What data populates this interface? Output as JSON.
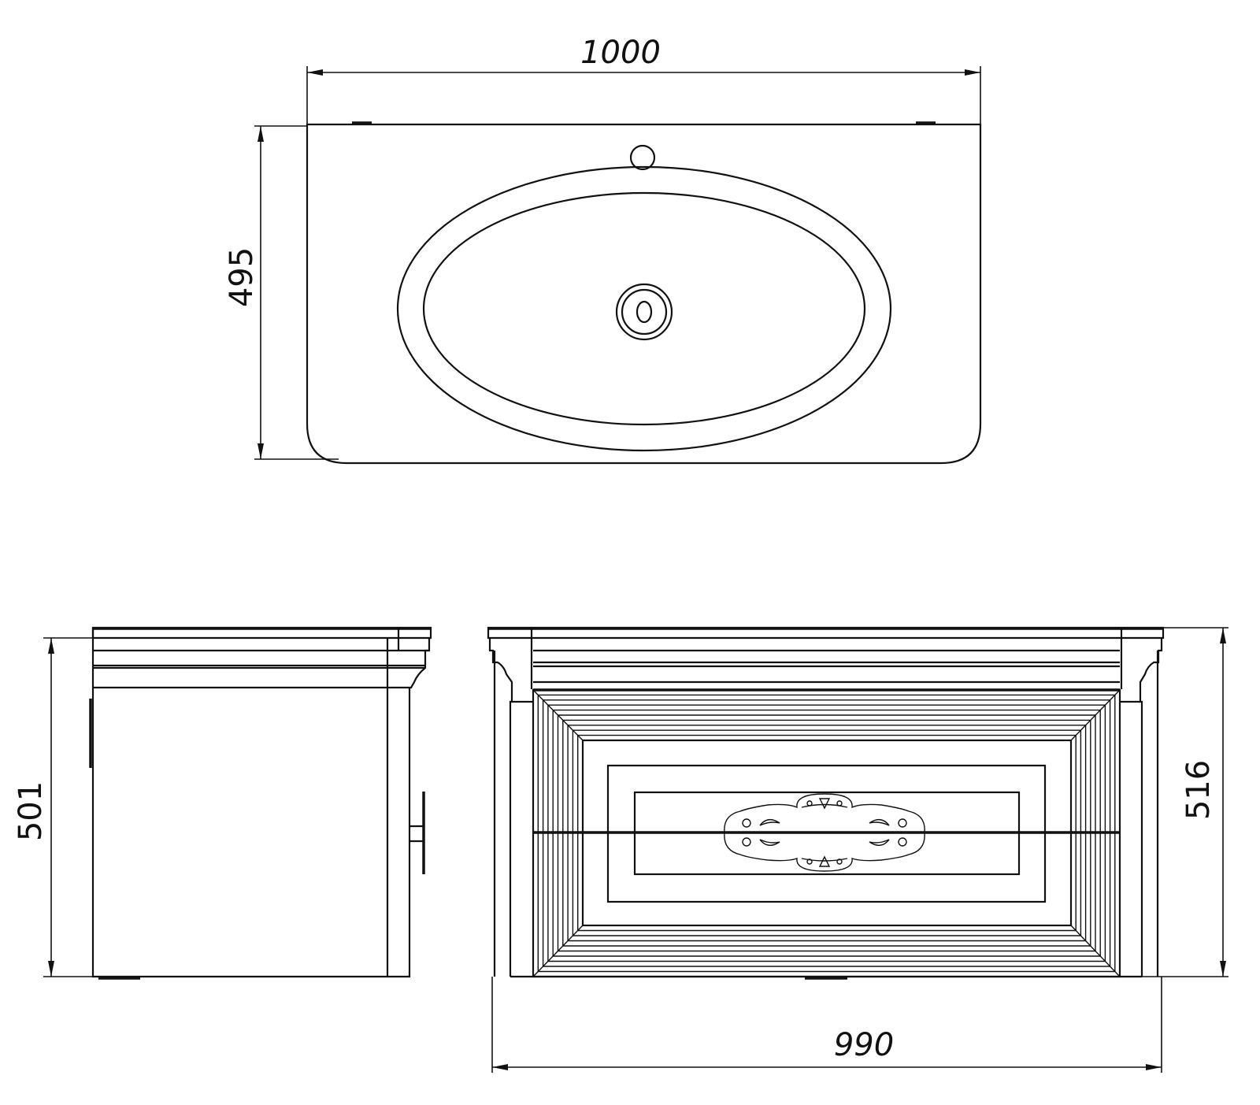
{
  "drawing": {
    "colors": {
      "line": "#111111",
      "background": "#ffffff"
    },
    "top_view": {
      "width_label": "1000",
      "depth_label": "495"
    },
    "side_view": {
      "height_label": "501"
    },
    "front_view": {
      "height_label": "516",
      "width_label": "990"
    }
  }
}
